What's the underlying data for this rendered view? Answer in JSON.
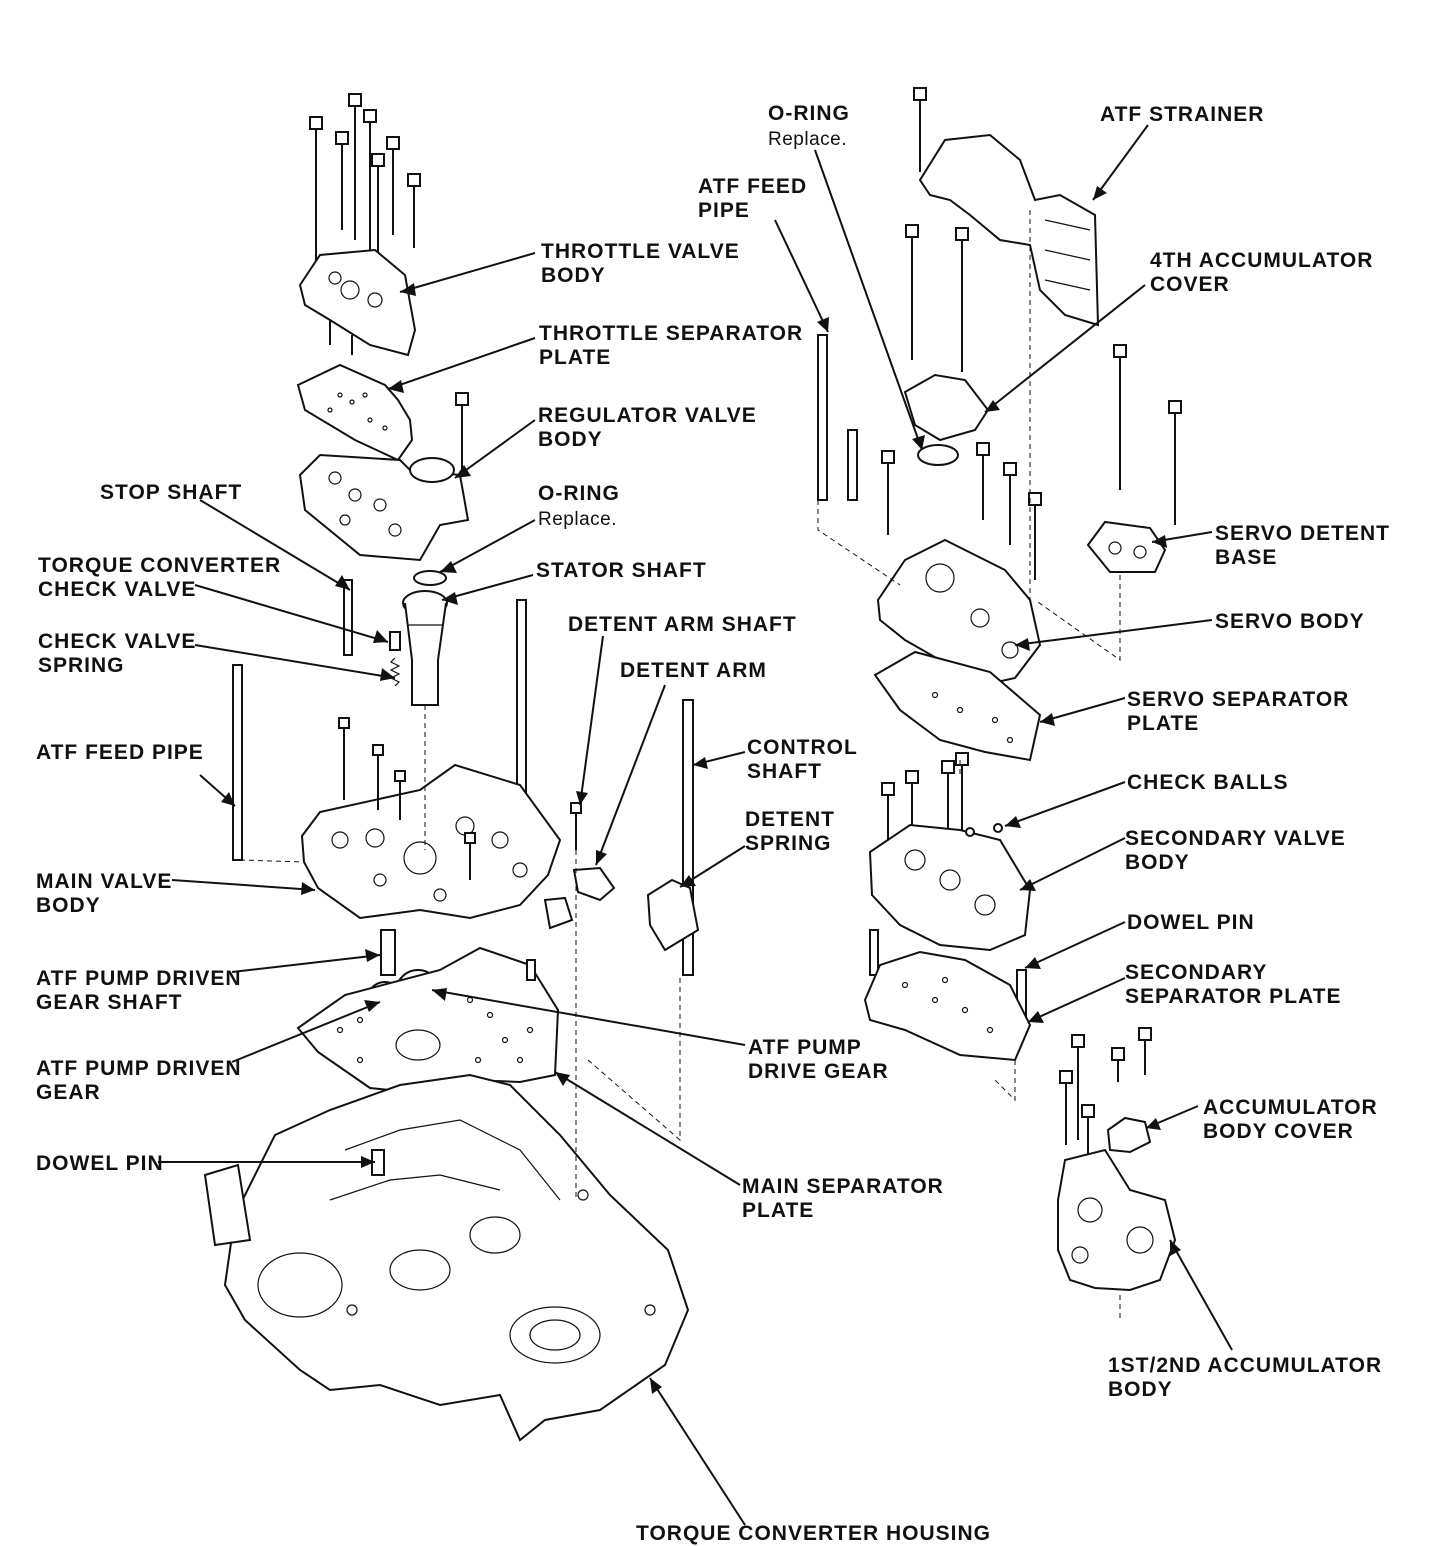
{
  "labels": {
    "throttle_valve_body": [
      "THROTTLE VALVE",
      "BODY"
    ],
    "throttle_separator_plate": [
      "THROTTLE SEPARATOR",
      "PLATE"
    ],
    "regulator_valve_body": [
      "REGULATOR VALVE",
      "BODY"
    ],
    "o_ring_left": "O-RING",
    "o_ring_left_note": "Replace.",
    "stop_shaft": "STOP SHAFT",
    "torque_converter_check_valve": [
      "TORQUE CONVERTER",
      "CHECK VALVE"
    ],
    "stator_shaft": "STATOR SHAFT",
    "check_valve_spring": [
      "CHECK VALVE",
      "SPRING"
    ],
    "detent_arm_shaft": "DETENT ARM SHAFT",
    "detent_arm": "DETENT ARM",
    "atf_feed_pipe_left": "ATF FEED PIPE",
    "control_shaft": [
      "CONTROL",
      "SHAFT"
    ],
    "detent_spring": [
      "DETENT",
      "SPRING"
    ],
    "main_valve_body": [
      "MAIN VALVE",
      "BODY"
    ],
    "atf_pump_driven_gear_shaft": [
      "ATF PUMP DRIVEN",
      "GEAR SHAFT"
    ],
    "atf_pump_driven_gear": [
      "ATF PUMP DRIVEN",
      "GEAR"
    ],
    "atf_pump_drive_gear": [
      "ATF PUMP",
      "DRIVE GEAR"
    ],
    "dowel_pin_left": "DOWEL PIN",
    "main_separator_plate": [
      "MAIN SEPARATOR",
      "PLATE"
    ],
    "torque_converter_housing": "TORQUE CONVERTER HOUSING",
    "o_ring_right": "O-RING",
    "o_ring_right_note": "Replace.",
    "atf_strainer": "ATF STRAINER",
    "atf_feed_pipe_right": [
      "ATF FEED",
      "PIPE"
    ],
    "fourth_accumulator_cover": [
      "4TH ACCUMULATOR",
      "COVER"
    ],
    "servo_detent_base": [
      "SERVO DETENT",
      "BASE"
    ],
    "servo_body": "SERVO BODY",
    "servo_separator_plate": [
      "SERVO SEPARATOR",
      "PLATE"
    ],
    "check_balls": "CHECK BALLS",
    "secondary_valve_body": [
      "SECONDARY VALVE",
      "BODY"
    ],
    "dowel_pin_right": "DOWEL PIN",
    "secondary_separator_plate": [
      "SECONDARY",
      "SEPARATOR PLATE"
    ],
    "accumulator_body_cover": [
      "ACCUMULATOR",
      "BODY  COVER"
    ],
    "first_second_accumulator_body": [
      "1ST/2ND ACCUMULATOR",
      "BODY"
    ]
  }
}
